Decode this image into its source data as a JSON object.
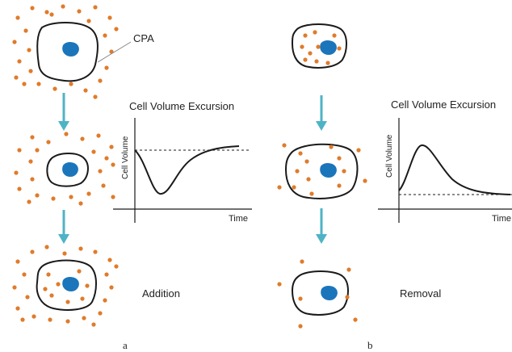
{
  "labels": {
    "cpa": "CPA",
    "addition": "Addition",
    "removal": "Removal",
    "panel_a": "a",
    "panel_b": "b"
  },
  "graph_a": {
    "title": "Cell Volume Excursion",
    "ylabel": "Cell Volume",
    "xlabel": "Time"
  },
  "graph_b": {
    "title": "Cell Volume Excursion",
    "ylabel": "Cell Volume",
    "xlabel": "Time"
  },
  "colors": {
    "cpa_dot": "#E07B2A",
    "nucleus": "#1B75BB",
    "arrow": "#4FB3C6",
    "membrane": "#1a1a1a",
    "curve": "#1a1a1a"
  }
}
